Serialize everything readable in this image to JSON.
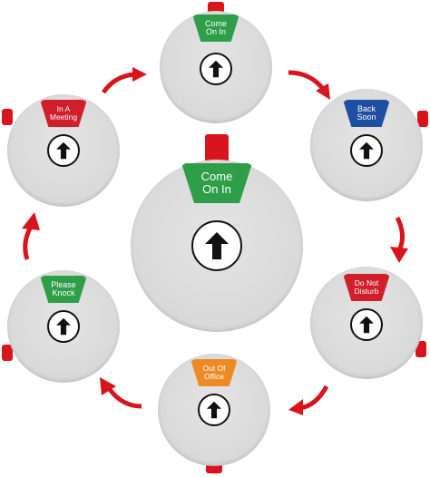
{
  "center": {
    "label": "Come\nOn In",
    "color": "#2e9e49"
  },
  "signs": [
    {
      "id": "come-on-in",
      "label": "Come\nOn In",
      "color": "#2e9e49"
    },
    {
      "id": "back-soon",
      "label": "Back\nSoon",
      "color": "#1f4ea3"
    },
    {
      "id": "do-not-disturb",
      "label": "Do Not\nDisturb",
      "color": "#d01f2b"
    },
    {
      "id": "out-of-office",
      "label": "Out Of\nOffice",
      "color": "#ee8a25"
    },
    {
      "id": "please-knock",
      "label": "Please\nKnock",
      "color": "#2e9e49"
    },
    {
      "id": "in-a-meeting",
      "label": "In A\nMeeting",
      "color": "#d01f2b"
    }
  ],
  "colors": {
    "knob": "#d8141c",
    "arrow": "#d8141c",
    "disc": "#d9d9d9"
  },
  "icons": {
    "button": "up-arrow-icon",
    "cycle": "curved-arrow-icon"
  }
}
